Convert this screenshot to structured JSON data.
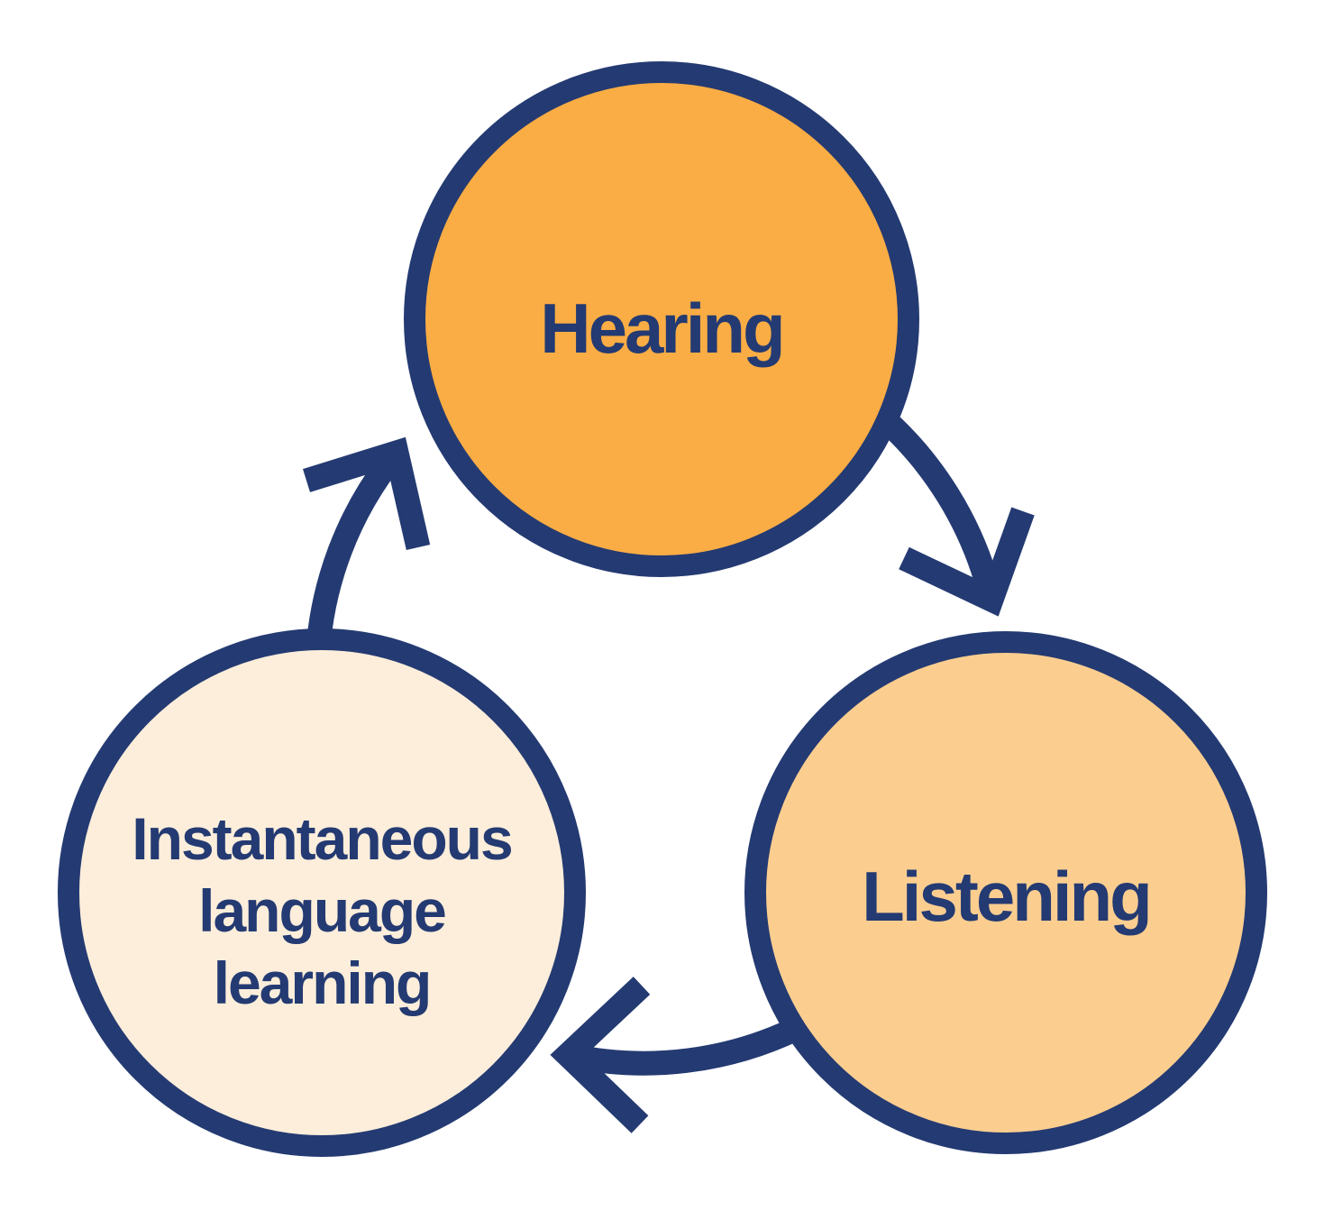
{
  "diagram": {
    "background_color": "#FFFFFF",
    "outline_color": "#243A72",
    "text_color": "#243A72",
    "nodes": [
      {
        "id": "hearing",
        "label": "Hearing",
        "fill": "#FAAD44"
      },
      {
        "id": "listening",
        "label": "Listening",
        "fill": "#FBCE90"
      },
      {
        "id": "instantaneous-language-learning",
        "label": "Instantaneous language learning",
        "label_lines": [
          "Instantaneous",
          "language",
          "learning"
        ],
        "fill": "#FCEEDB"
      }
    ],
    "arrows": [
      {
        "from": "Hearing",
        "to": "Listening"
      },
      {
        "from": "Listening",
        "to": "Instantaneous language learning"
      },
      {
        "from": "Instantaneous language learning",
        "to": "Hearing"
      }
    ]
  }
}
